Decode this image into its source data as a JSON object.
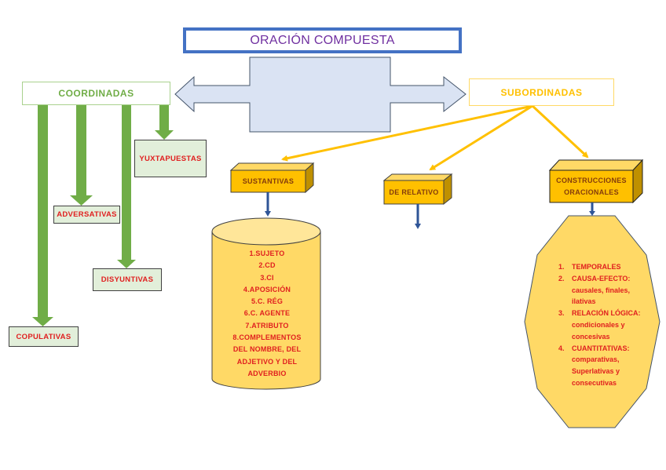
{
  "title": "ORACIÓN COMPUESTA",
  "colors": {
    "title_border": "#4472c4",
    "title_text": "#7030a0",
    "double_arrow_fill": "#dae3f3",
    "coordinadas_green": "#70ad47",
    "subordinadas_gold": "#ffc000",
    "leaf_text_red": "#e02020",
    "connector_blue": "#2f5597"
  },
  "coordinadas": {
    "label": "COORDINADAS",
    "children": [
      {
        "label": "YUXTAPUESTAS"
      },
      {
        "label": "ADVERSATIVAS"
      },
      {
        "label": "DISYUNTIVAS"
      },
      {
        "label": "COPULATIVAS"
      }
    ]
  },
  "subordinadas": {
    "label": "SUBORDINADAS",
    "children": [
      {
        "label": "SUSTANTIVAS",
        "items": [
          "1.SUJETO",
          "2.CD",
          "3.CI",
          "4.APOSICIÓN",
          "5.C. RÉG",
          "6.C. AGENTE",
          "7.ATRIBUTO",
          "8.COMPLEMENTOS DEL NOMBRE, DEL ADJETIVO Y DEL ADVERBIO"
        ]
      },
      {
        "label": "DE RELATIVO"
      },
      {
        "label": "CONSTRUCCIONES ORACIONALES",
        "items": [
          {
            "num": "1.",
            "text": "TEMPORALES"
          },
          {
            "num": "2.",
            "text": "CAUSA-EFECTO: causales, finales, ilativas"
          },
          {
            "num": "3.",
            "text": "RELACIÓN LÓGICA: condicionales y concesivas"
          },
          {
            "num": "4.",
            "text": "CUANTITATIVAS: comparativas, Superlativas y consecutivas"
          }
        ]
      }
    ]
  }
}
